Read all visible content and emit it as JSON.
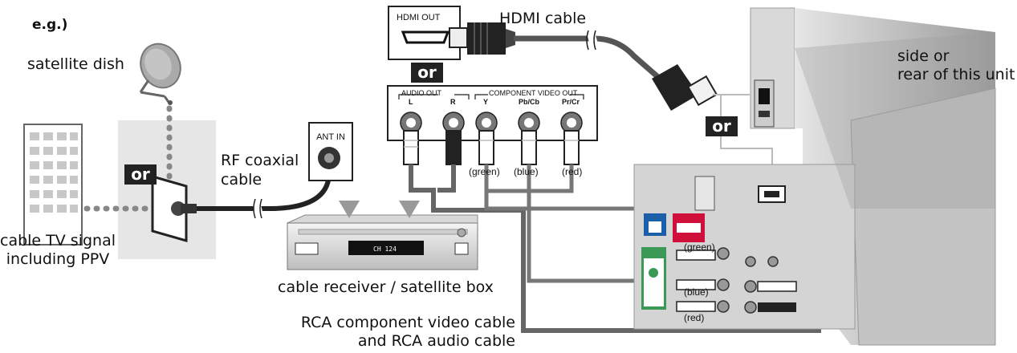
{
  "example_label": "e.g.)",
  "satellite_dish_label": "satellite dish",
  "cable_tv_label_line1": "cable TV signal",
  "cable_tv_label_line2": "including PPV",
  "or_label": "or",
  "rf_cable_label_line1": "RF coaxial",
  "rf_cable_label_line2": "cable",
  "ant_in_label": "ANT IN",
  "receiver_label": "cable receiver / satellite box",
  "receiver_display": "CH 124",
  "hdmi_out_label": "HDMI OUT",
  "hdmi_cable_label": "HDMI cable",
  "audio_out_label": "AUDIO OUT",
  "audio_l": "L",
  "audio_r": "R",
  "component_out_label": "COMPONENT VIDEO OUT",
  "comp_y": "Y",
  "comp_pb": "Pb/Cb",
  "comp_pr": "Pr/Cr",
  "plug_green": "(green)",
  "plug_blue": "(blue)",
  "plug_red": "(red)",
  "unit_label_line1": "side or",
  "unit_label_line2": "rear of this unit",
  "rca_cable_label_line1": "RCA component video cable",
  "rca_cable_label_line2": "and RCA audio cable",
  "panel_green": "(green)",
  "panel_blue": "(blue)",
  "panel_red": "(red)",
  "colors": {
    "cable": "#555555",
    "panel_gray": "#e8e8e8",
    "tv_gray": "#b5b5b5",
    "badge": "#222222",
    "hdmi_red": "#d0103a",
    "pcin_blue": "#1b5fa8",
    "component_green": "#3a9a55"
  }
}
